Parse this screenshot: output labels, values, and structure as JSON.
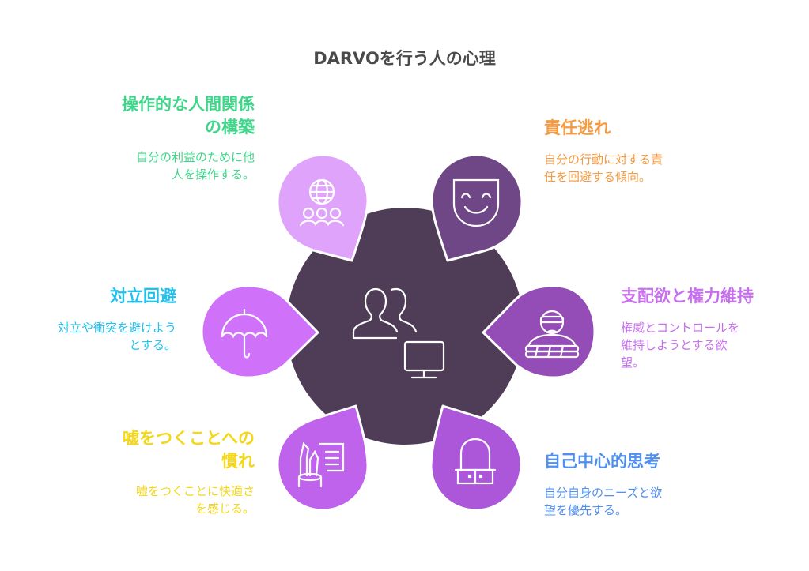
{
  "title": "DARVOを行う人の心理",
  "center": {
    "icon": "people-computer-icon",
    "color": "#4f3d57"
  },
  "items": [
    {
      "id": "manipulation",
      "heading_line1": "操作的な人間関係",
      "heading_line2": "の構築",
      "desc_line1": "自分の利益のために他",
      "desc_line2": "人を操作する。",
      "icon": "globe-people-icon",
      "petal_color": "#e0a3fb",
      "text_color": "#3fd68a"
    },
    {
      "id": "responsibility",
      "heading_line1": "責任逃れ",
      "desc_line1": "自分の行動に対する責",
      "desc_line2": "任を回避する傾向。",
      "icon": "mask-smile-icon",
      "petal_color": "#704786",
      "text_color": "#f59a40"
    },
    {
      "id": "avoidance",
      "heading_line1": "対立回避",
      "desc_line1": "対立や衝突を避けよう",
      "desc_line2": "とする。",
      "icon": "umbrella-icon",
      "petal_color": "#cf72f9",
      "text_color": "#22c0ef"
    },
    {
      "id": "control",
      "heading_line1": "支配欲と権力維持",
      "desc_line1": "権威とコントロールを",
      "desc_line2": "維持しようとする欲",
      "desc_line3": "望。",
      "icon": "thief-icon",
      "petal_color": "#944db7",
      "text_color": "#c86ef0"
    },
    {
      "id": "lying",
      "heading_line1": "嘘をつくことへの",
      "heading_line2": "慣れ",
      "desc_line1": "嘘をつくことに快適さ",
      "desc_line2": "を感じる。",
      "icon": "pen-document-icon",
      "petal_color": "#bf62ec",
      "text_color": "#f5d71a"
    },
    {
      "id": "selfcentered",
      "heading_line1": "自己中心的思考",
      "desc_line1": "自分自身のニーズと欲",
      "desc_line2": "望を優先する。",
      "icon": "mirror-dresser-icon",
      "petal_color": "#ac57da",
      "text_color": "#4f8ff0"
    }
  ]
}
